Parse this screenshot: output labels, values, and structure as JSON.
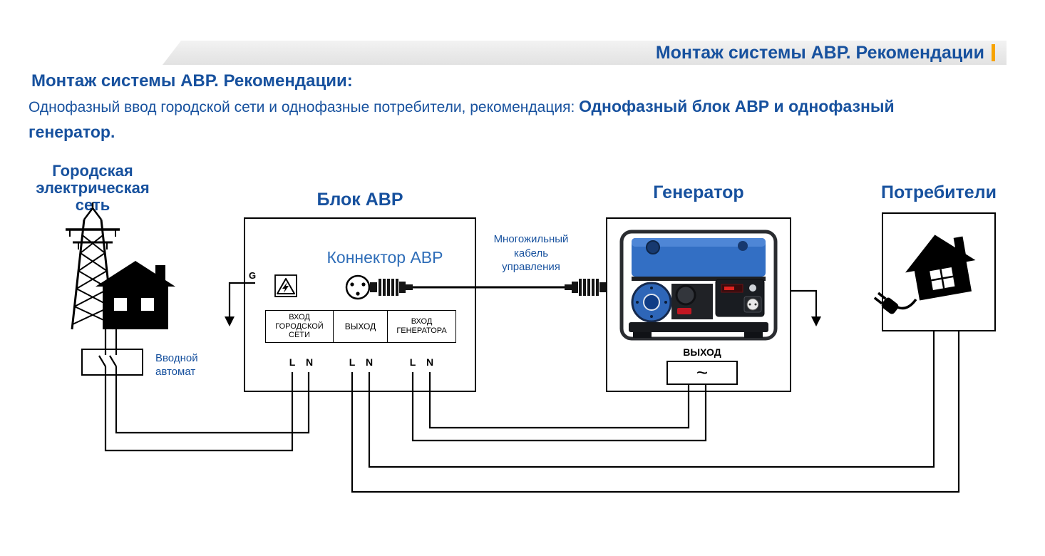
{
  "colors": {
    "accent_blue": "#17519E",
    "link_blue": "#2E6DB8",
    "accent_orange": "#F7A300",
    "banner_gray": "#E9E9E9",
    "line_black": "#000000"
  },
  "banner": {
    "title": "Монтаж системы АВР. Рекомендации"
  },
  "intro": {
    "title": "Монтаж системы АВР. Рекомендации:",
    "body_regular": "Однофазный ввод городской сети и однофазные потребители, рекомендация: ",
    "body_bold": "Однофазный блок АВР и однофазный генератор."
  },
  "diagram": {
    "city": {
      "label": "Городская\nэлектрическая\nсеть",
      "breaker_label": "Вводной\nавтомат"
    },
    "avr": {
      "title": "Блок АВР",
      "connector_label": "Коннектор АВР",
      "ground_label": "G",
      "terminals": [
        {
          "label": "ВХОД\nГОРОДСКОЙ\nСЕТИ",
          "pins": [
            "L",
            "N"
          ]
        },
        {
          "label": "ВЫХОД",
          "pins": [
            "L",
            "N"
          ]
        },
        {
          "label": "ВХОД\nГЕНЕРАТОРА",
          "pins": [
            "L",
            "N"
          ]
        }
      ]
    },
    "cable": {
      "label": "Многожильный\nкабель\nуправления"
    },
    "generator": {
      "title": "Генератор",
      "output_label": "ВЫХОД",
      "output_symbol": "~"
    },
    "consumers": {
      "title": "Потребители"
    }
  }
}
